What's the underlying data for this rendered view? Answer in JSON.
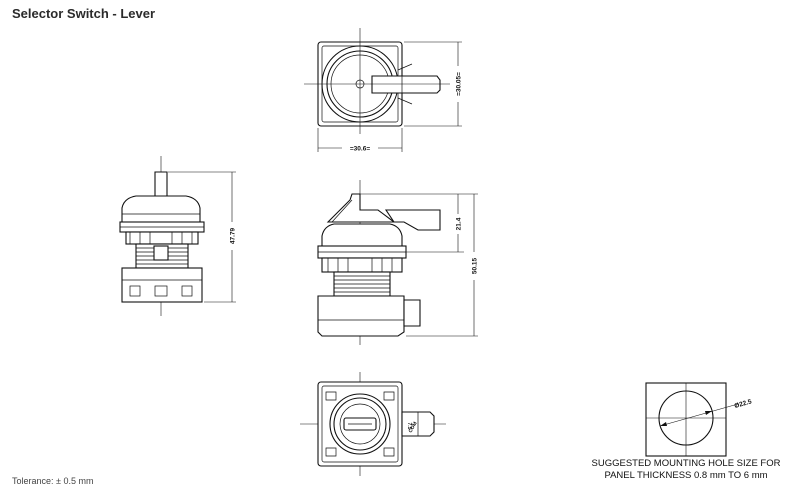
{
  "title": "Selector Switch - Lever",
  "tolerance": "Tolerance: ± 0.5 mm",
  "views": {
    "top": {
      "width_label": "=30.6=",
      "height_label": "=30.05="
    },
    "front": {
      "height_label": "47.79"
    },
    "side": {
      "upper_label": "21.4",
      "total_label": "50.15"
    },
    "bottom": {
      "label_a": "7.5",
      "label_b": "COM"
    },
    "mounting_hole": {
      "diameter_label": "Ø22.5"
    }
  },
  "note": {
    "line1": "SUGGESTED MOUNTING HOLE SIZE FOR",
    "line2": "PANEL THICKNESS 0.8 mm TO 6 mm"
  }
}
